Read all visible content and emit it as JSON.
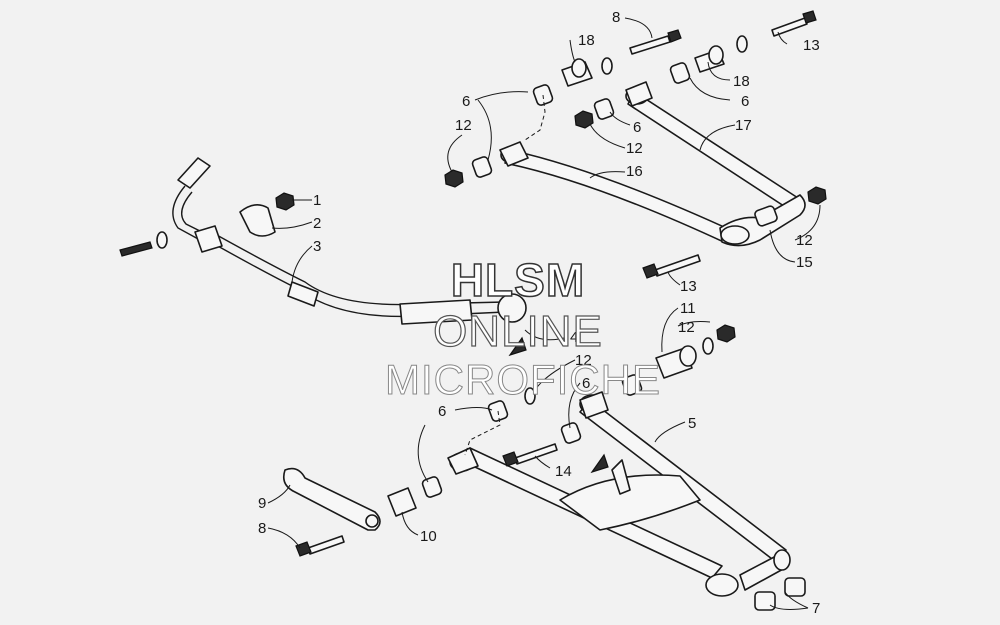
{
  "watermark": {
    "line1": "HLSM",
    "line2": "ONLINE",
    "line3": "MICROFICHE"
  },
  "callouts": {
    "c8_top": "8",
    "c18_top": "18",
    "c13_top": "13",
    "c6_upper_left": "6",
    "c12_upper_left": "12",
    "c18_right": "18",
    "c6_right": "6",
    "c6_mid": "6",
    "c12_mid": "12",
    "c17": "17",
    "c16": "16",
    "c1": "1",
    "c2": "2",
    "c3": "3",
    "c12_right": "12",
    "c15": "15",
    "c13_mid": "13",
    "c11": "11",
    "c12_lower": "12",
    "c4": "4",
    "c12_center": "12",
    "c6_center": "6",
    "c5": "5",
    "c6_lower_left": "6",
    "c14": "14",
    "c9": "9",
    "c8_lower": "8",
    "c10": "10",
    "c7": "7"
  }
}
